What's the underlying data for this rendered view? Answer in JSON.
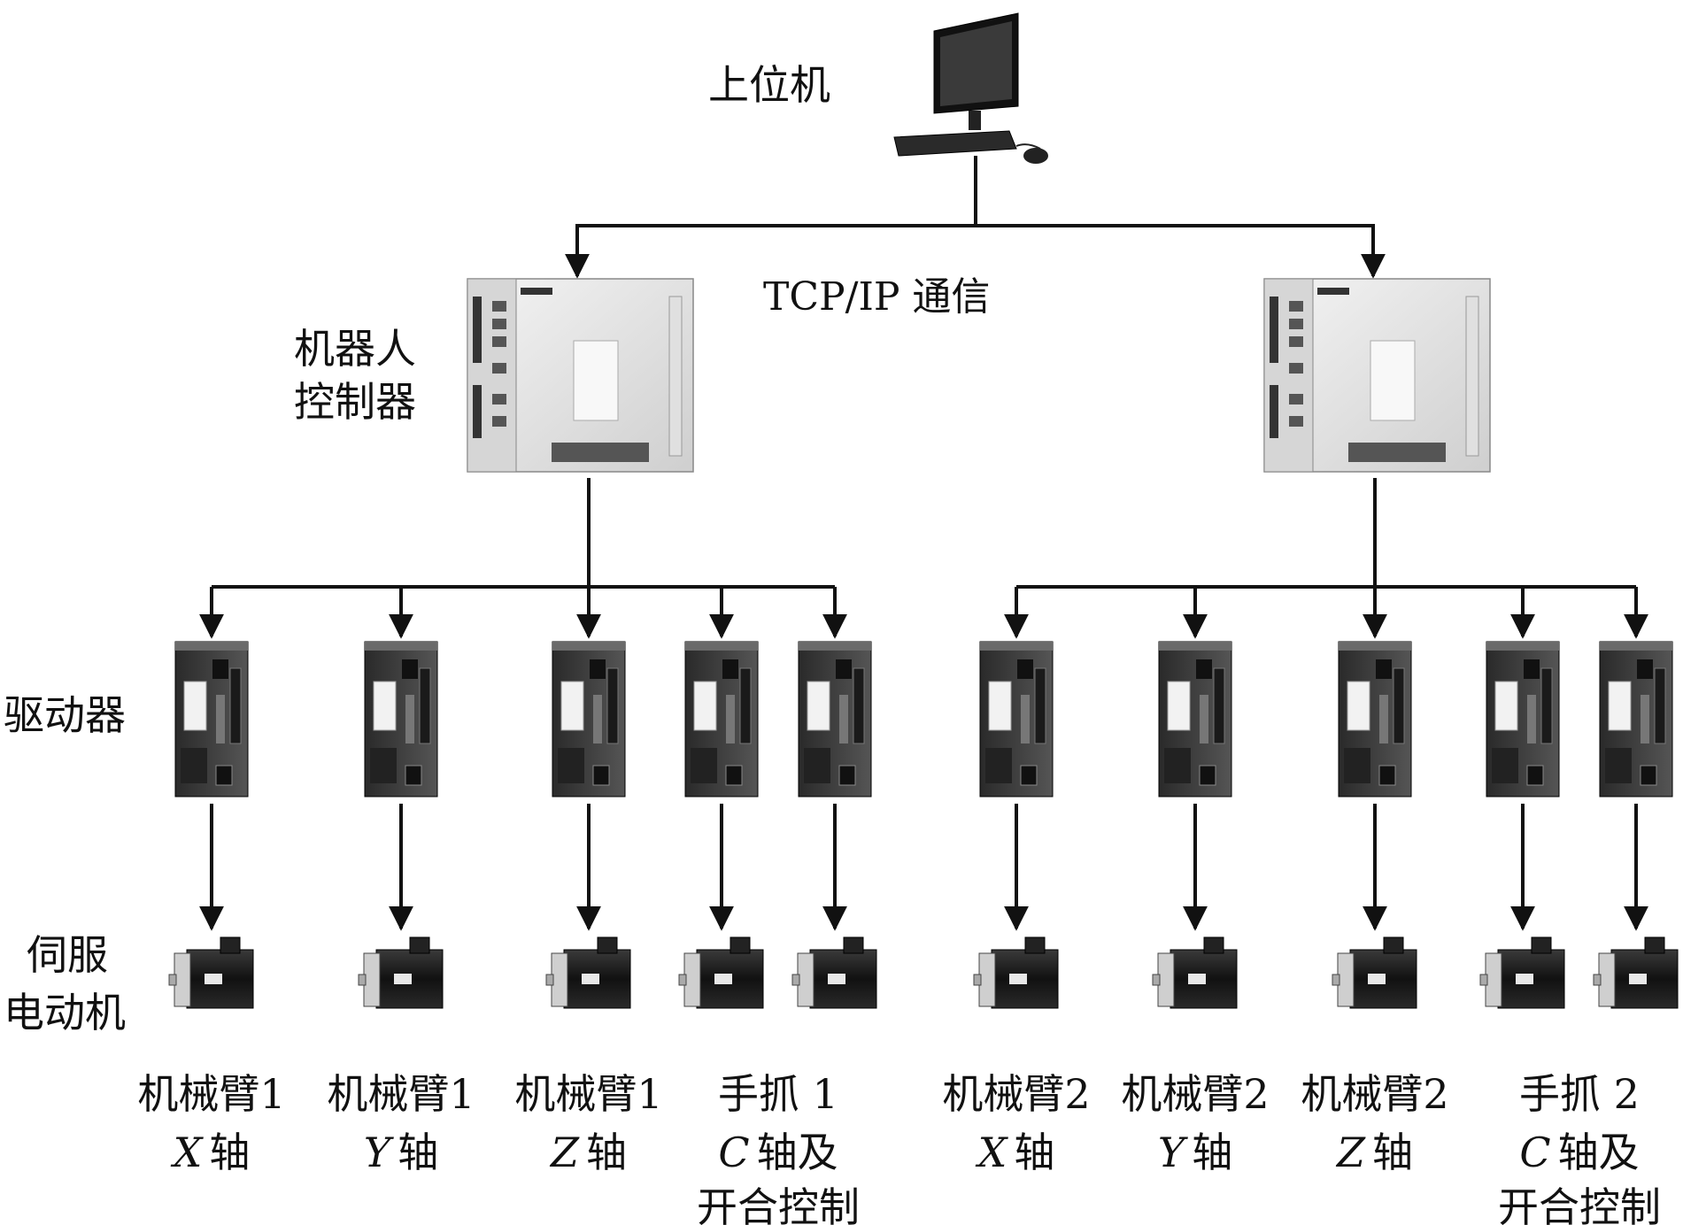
{
  "labels": {
    "host": "上位机",
    "tcp": "TCP/IP 通信",
    "controller": [
      "机器人",
      "控制器"
    ],
    "driver": "驱动器",
    "motor": [
      "伺服",
      "电动机"
    ]
  },
  "groups": [
    {
      "axes": [
        {
          "line1": "机械臂1",
          "axis": "X",
          "suffix": "轴"
        },
        {
          "line1": "机械臂1",
          "axis": "Y",
          "suffix": "轴"
        },
        {
          "line1": "机械臂1",
          "axis": "Z",
          "suffix": "轴"
        },
        {
          "line1": "手抓 1",
          "axis": "C",
          "suffix": "轴及",
          "line3": "开合控制"
        }
      ]
    },
    {
      "axes": [
        {
          "line1": "机械臂2",
          "axis": "X",
          "suffix": "轴"
        },
        {
          "line1": "机械臂2",
          "axis": "Y",
          "suffix": "轴"
        },
        {
          "line1": "机械臂2",
          "axis": "Z",
          "suffix": "轴"
        },
        {
          "line1": "手抓 2",
          "axis": "C",
          "suffix": "轴及",
          "line3": "开合控制"
        }
      ]
    }
  ],
  "icons": [
    "computer-icon",
    "controller-icon",
    "servo-driver-icon",
    "servo-motor-icon"
  ]
}
